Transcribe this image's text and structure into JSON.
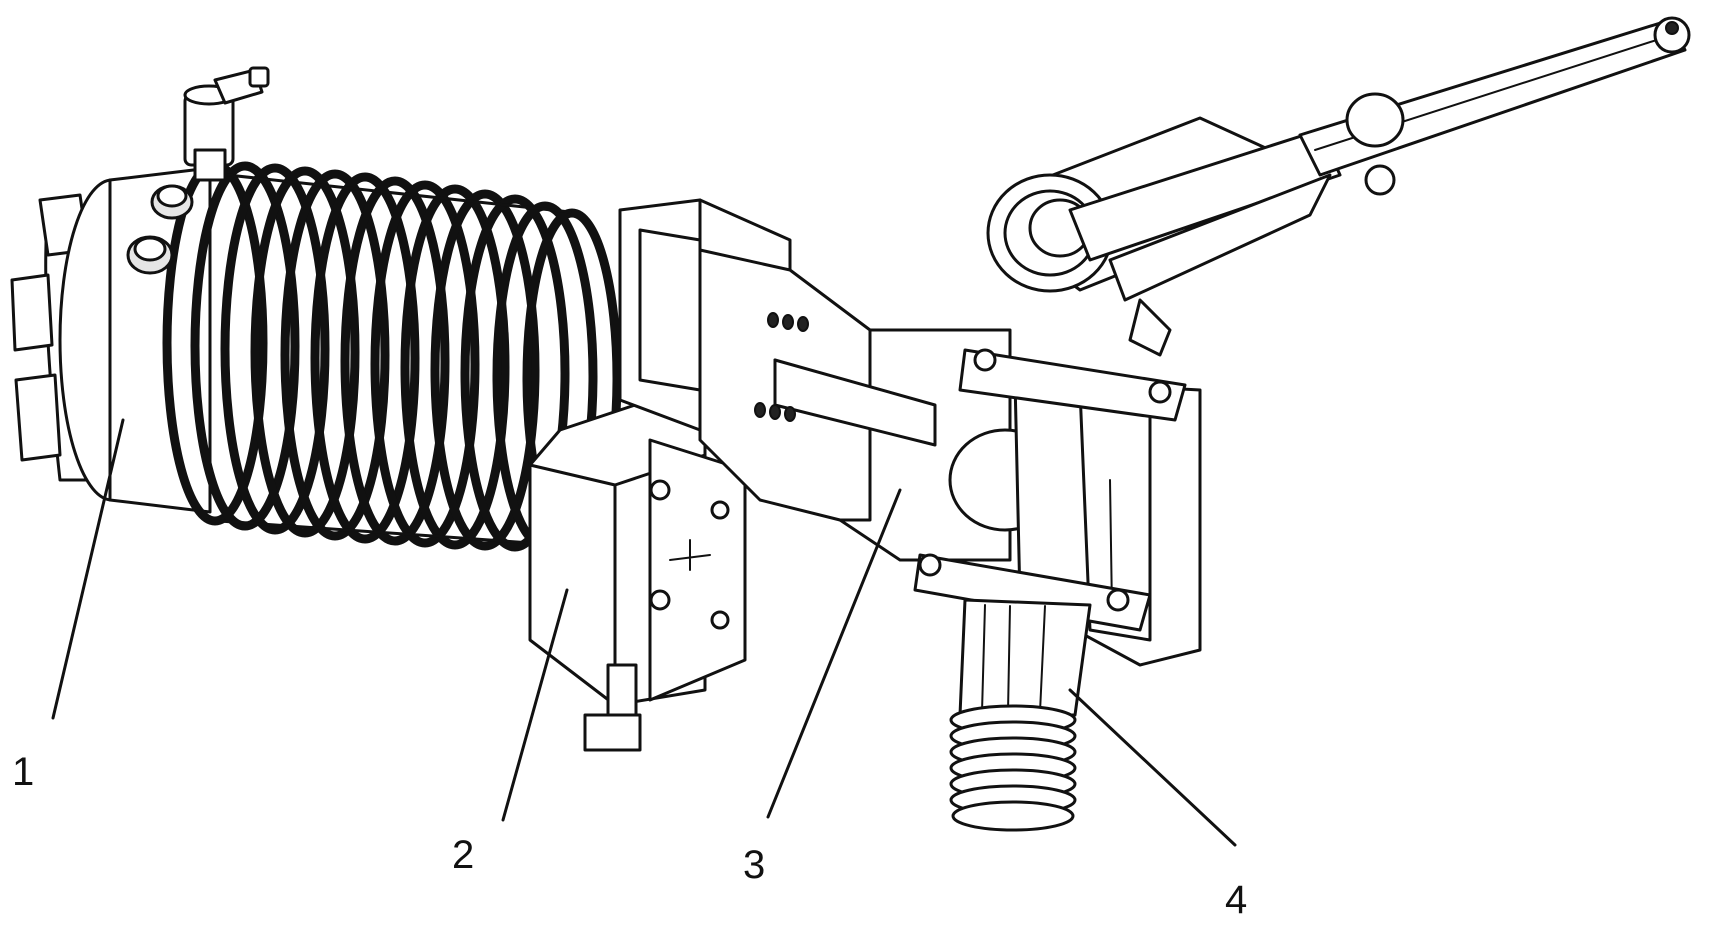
{
  "labels": {
    "part1": "1",
    "part2": "2",
    "part3": "3",
    "part4": "4"
  }
}
